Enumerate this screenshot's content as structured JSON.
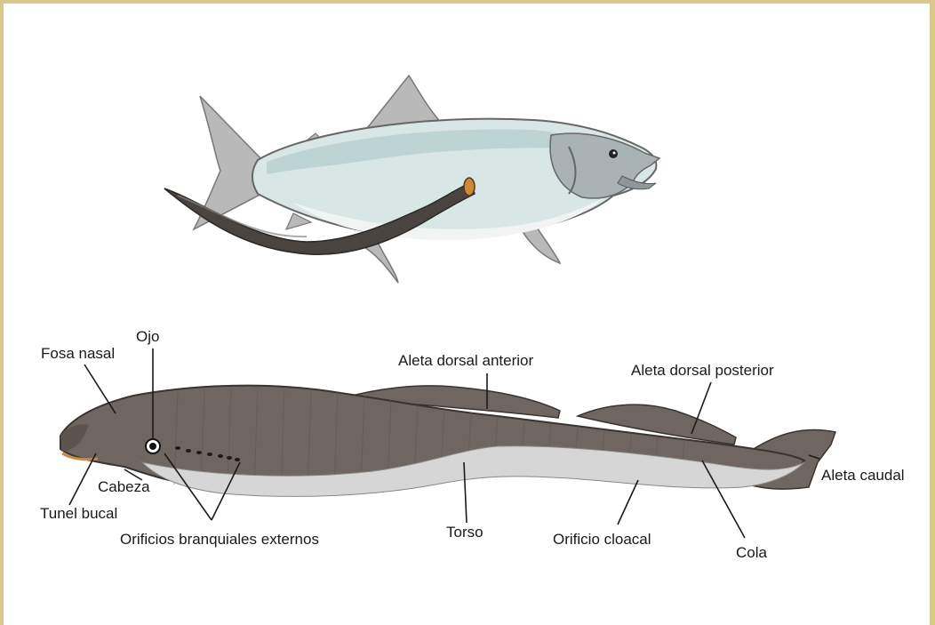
{
  "colors": {
    "border": "#d8c98a",
    "lamprey_body": "#6f6661",
    "lamprey_belly": "#d6d6d6",
    "host_fish_back": "#cfe3e1",
    "host_fish_fins": "#b9b9b9",
    "parasite_lamprey": "#4a4440"
  },
  "icons": {
    "host_fish": "fish-illustration",
    "lamprey_attached": "lamprey-silhouette",
    "lamprey_anatomy": "lamprey-anatomy-illustration"
  },
  "labels": {
    "fosa_nasal": "Fosa nasal",
    "ojo": "Ojo",
    "cabeza": "Cabeza",
    "tunel_bucal": "Tunel bucal",
    "orificios": "Orificios branquiales externos",
    "aleta_dorsal_anterior": "Aleta dorsal anterior",
    "aleta_dorsal_posterior": "Aleta dorsal posterior",
    "aleta_caudal": "Aleta caudal",
    "torso": "Torso",
    "orificio_cloacal": "Orificio cloacal",
    "cola": "Cola"
  }
}
